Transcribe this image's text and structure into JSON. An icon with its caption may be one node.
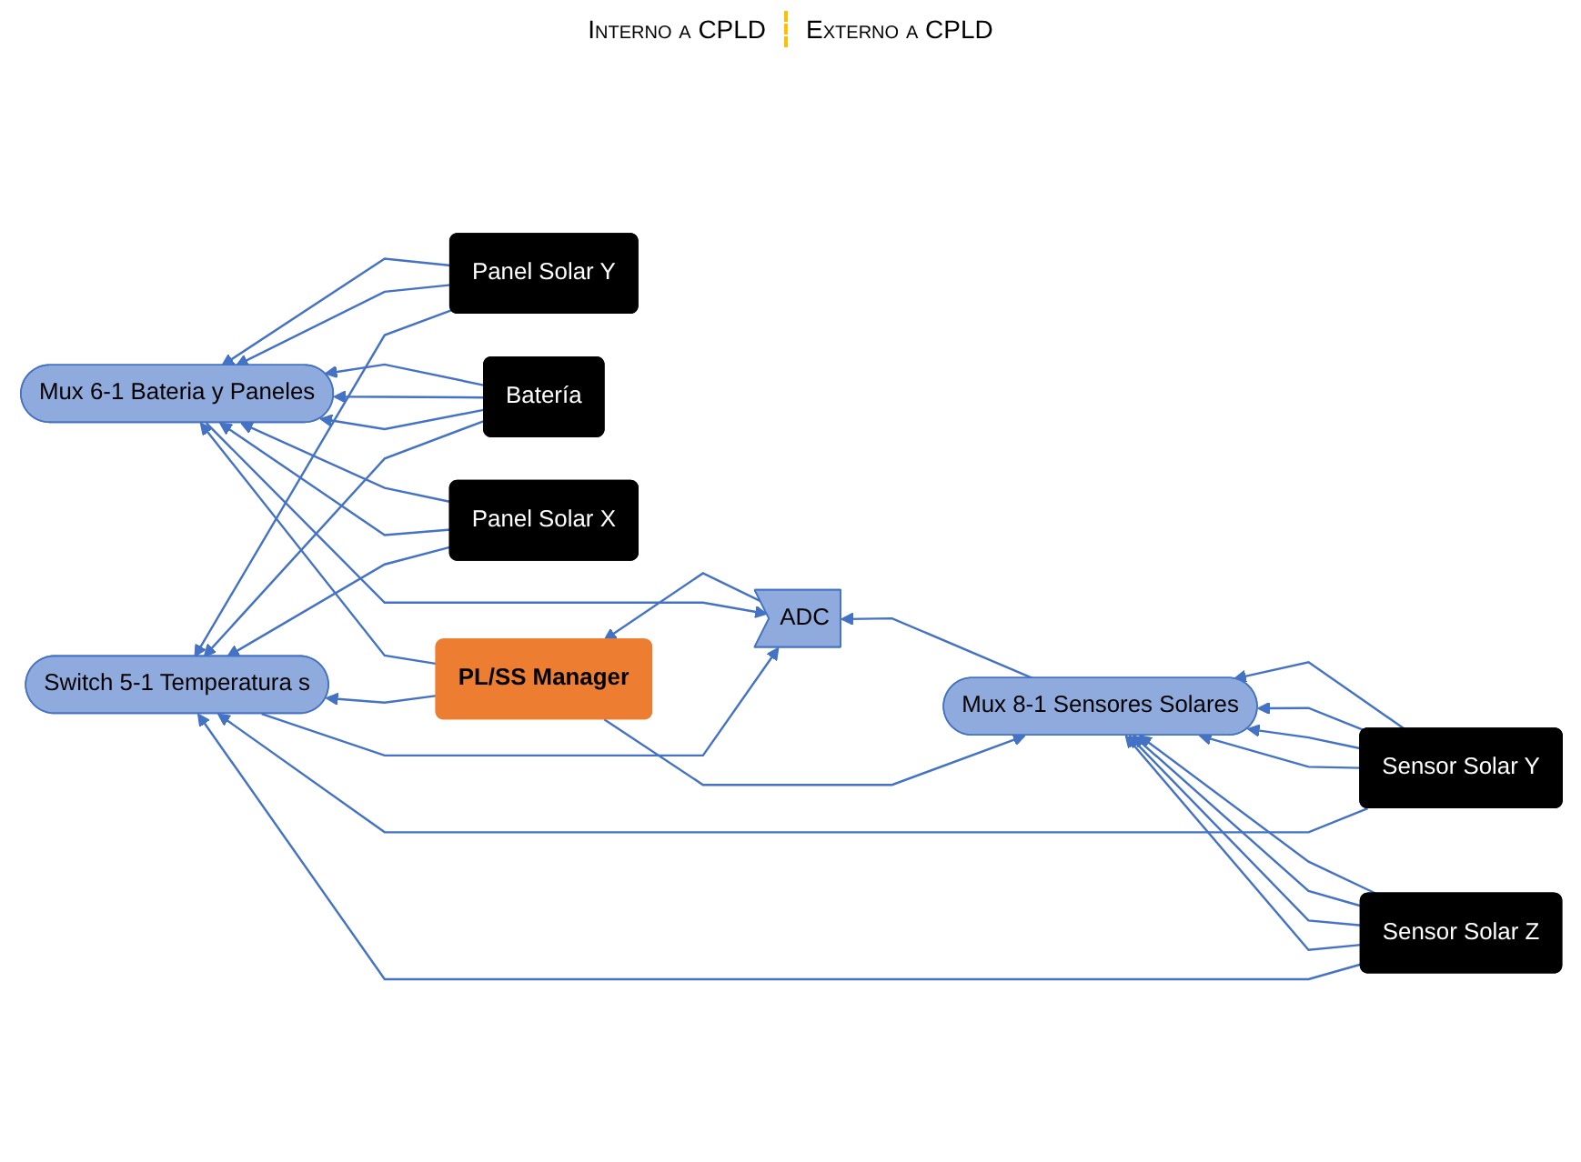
{
  "diagram": {
    "nodes": [
      {
        "text": [
          "Mux 8-1 Sensores Solares"
        ]
      },
      {
        "text": [
          "Sensor Solar Y"
        ]
      },
      {
        "text": [
          "Sensor Solar Z"
        ]
      },
      {
        "text": [
          "PL/SS Manager"
        ]
      },
      {
        "text": [
          "ADC"
        ]
      },
      {
        "text": [
          "Mux 6-1 Bateria y Paneles"
        ]
      },
      {
        "text": [
          "Panel Solar Y"
        ]
      },
      {
        "text": [
          "Batería"
        ]
      },
      {
        "text": [
          "Panel Solar X"
        ]
      },
      {
        "text": [
          "Switch 5-1 Temperatura s"
        ]
      }
    ],
    "edges": [
      {
        "from": 1,
        "to": 0,
        "arrow": "to"
      },
      {
        "from": 1,
        "to": 0,
        "arrow": "to"
      },
      {
        "from": 1,
        "to": 0,
        "arrow": "to"
      },
      {
        "from": 1,
        "to": 0,
        "arrow": "to"
      },
      {
        "from": 2,
        "to": 0,
        "arrow": "to"
      },
      {
        "from": 2,
        "to": 0,
        "arrow": "to"
      },
      {
        "from": 2,
        "to": 0,
        "arrow": "to"
      },
      {
        "from": 2,
        "to": 0,
        "arrow": "to"
      },
      {
        "from": 6,
        "to": 5,
        "arrow": "to"
      },
      {
        "from": 6,
        "to": 5,
        "arrow": "to"
      },
      {
        "from": 7,
        "to": 5,
        "arrow": "to"
      },
      {
        "from": 7,
        "to": 5,
        "arrow": "to"
      },
      {
        "from": 7,
        "to": 5,
        "arrow": "to"
      },
      {
        "from": 8,
        "to": 5,
        "arrow": "to"
      },
      {
        "from": 8,
        "to": 5,
        "arrow": "to"
      },
      {
        "from": 1,
        "to": 9,
        "arrow": "to"
      },
      {
        "from": 2,
        "to": 9,
        "arrow": "to"
      },
      {
        "from": 6,
        "to": 9,
        "arrow": "to"
      },
      {
        "from": 7,
        "to": 9,
        "arrow": "to"
      },
      {
        "from": 8,
        "to": 9,
        "arrow": "to"
      },
      {
        "from": 0,
        "to": 4,
        "arrow": "to"
      },
      {
        "from": 5,
        "to": 4,
        "arrow": "to"
      },
      {
        "from": 9,
        "to": 4,
        "arrow": "to"
      },
      {
        "from": 4,
        "to": 3,
        "arrow": "to"
      },
      {
        "from": 3,
        "to": 0,
        "arrow": "to"
      },
      {
        "from": 3,
        "to": 5,
        "arrow": "to"
      },
      {
        "from": 3,
        "to": 9,
        "arrow": "to"
      }
    ],
    "labels": [
      "Interno a CPLD",
      "Externo a CPLD"
    ]
  }
}
